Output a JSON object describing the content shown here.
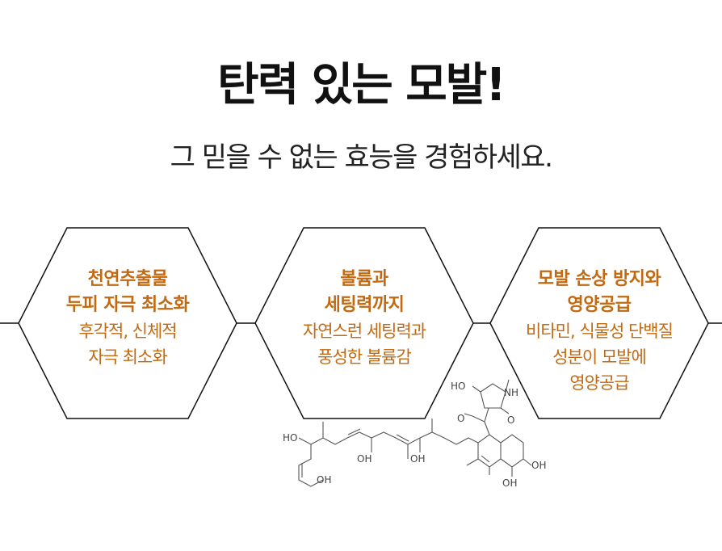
{
  "header": {
    "title": "탄력 있는 모발!",
    "subtitle": "그 믿을 수 없는 효능을 경험하세요."
  },
  "features": [
    {
      "heading_lines": [
        "천연추출물",
        "두피 자극 최소화"
      ],
      "body_lines": [
        "후각적, 신체적",
        "자극 최소화"
      ]
    },
    {
      "heading_lines": [
        "볼륨과",
        "세팅력까지"
      ],
      "body_lines": [
        "자연스런 세팅력과",
        "풍성한 볼륨감"
      ]
    },
    {
      "heading_lines": [
        "모발 손상 방지와",
        "영양공급"
      ],
      "body_lines": [
        "비타민, 식물성 단백질",
        "성분이 모발에",
        "영양공급"
      ]
    }
  ],
  "molecule": {
    "labels": [
      "HO",
      "NH",
      "O",
      "O",
      "HO",
      "OH",
      "OH",
      "OH",
      "OH",
      "OH"
    ]
  },
  "colors": {
    "accent": "#c26a12",
    "text": "#111111",
    "line": "#111111"
  }
}
